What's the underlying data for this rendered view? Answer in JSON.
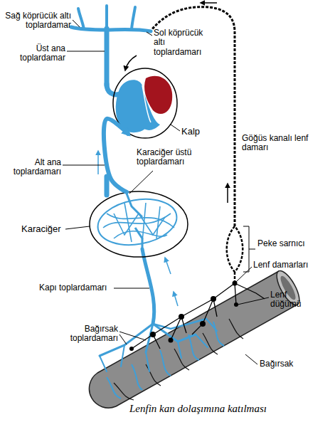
{
  "diagram": {
    "caption": "Lenfin kan dolaşımına katılması",
    "nodes": [
      {
        "text": [
          "Kalp"
        ]
      },
      {
        "text": [
          "Karaciğer"
        ]
      }
    ],
    "edges": [
      {
        "from": 1,
        "to": 0,
        "arrow": "to"
      }
    ],
    "labels": [
      "Sağ köprücük altı toplardamar",
      "Sol köprücük altı toplardamarı",
      "Üst ana toplardamar",
      "Göğüs kanalı lenf damarı",
      "Alt ana toplardamarı",
      "Karaciğer üstü toplardamarı",
      "Kapı toplardamarı",
      "Peke sarnıcı",
      "Lenf damarları",
      "Lenf düğümü",
      "Bağırsak toplardamarı",
      "Bağırsak"
    ]
  }
}
